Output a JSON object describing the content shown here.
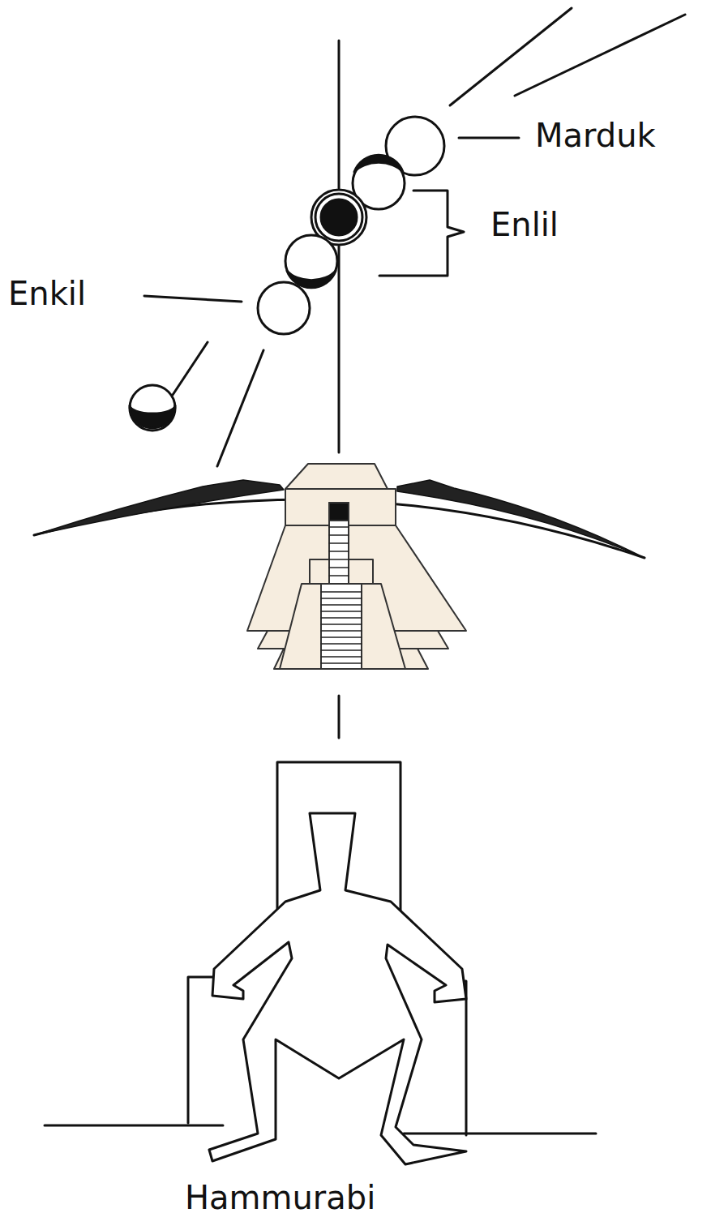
{
  "diagram": {
    "labels": [
      "Marduk",
      "Enlil",
      "Enkil",
      "Hammurabi"
    ]
  }
}
